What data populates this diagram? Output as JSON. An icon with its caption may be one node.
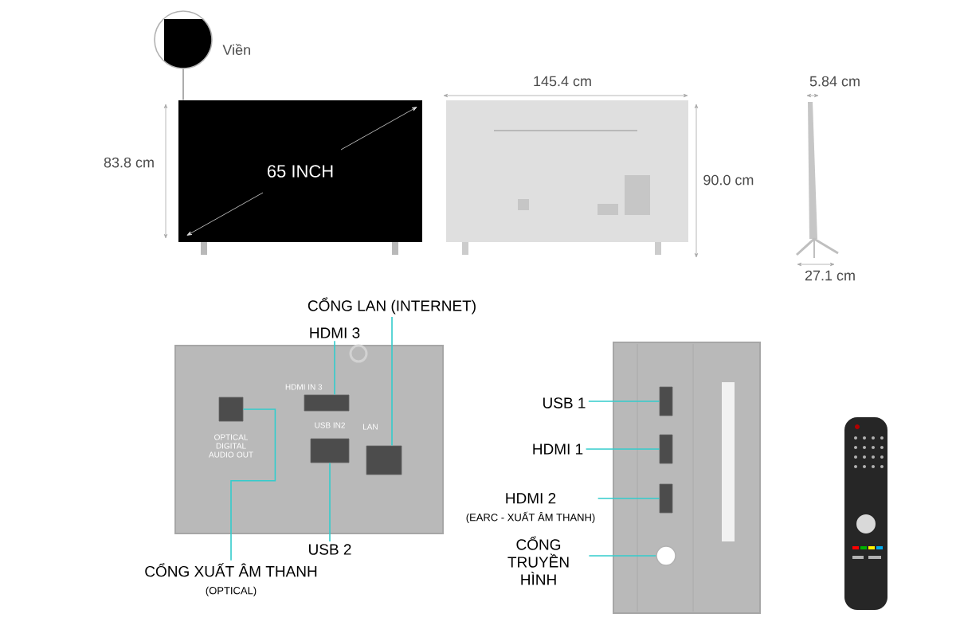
{
  "diagram": {
    "nodes": [
      {
        "text": [],
        "shape": "circle",
        "beside": [
          "Viền"
        ]
      },
      {
        "text": [
          "65 INCH"
        ]
      },
      {
        "text": [],
        "shape": "picture"
      },
      {
        "text": [],
        "shape": "box",
        "in": 2,
        "beside": [
          "OPTICAL DIGITAL AUDIO OUT"
        ]
      },
      {
        "text": [],
        "shape": "box",
        "in": 2,
        "beside": [
          "HDMI IN 3"
        ]
      },
      {
        "text": [],
        "shape": "box",
        "in": 2,
        "beside": [
          "USB IN2"
        ]
      },
      {
        "text": [],
        "shape": "box",
        "in": 2,
        "beside": [
          "LAN"
        ]
      },
      {
        "text": [
          "CỔNG LAN (INTERNET)"
        ]
      },
      {
        "text": [
          "HDMI 3"
        ]
      },
      {
        "text": [
          "USB 2"
        ]
      },
      {
        "text": [
          "CỔNG XUẤT ÂM THANH",
          "(OPTICAL)"
        ]
      },
      {
        "text": [],
        "shape": "picture"
      },
      {
        "text": [],
        "shape": "box",
        "in": 11
      },
      {
        "text": [],
        "shape": "box",
        "in": 11
      },
      {
        "text": [],
        "shape": "box",
        "in": 11
      },
      {
        "text": [],
        "shape": "circle",
        "in": 11
      },
      {
        "text": [
          "USB 1"
        ]
      },
      {
        "text": [
          "HDMI 1"
        ]
      },
      {
        "text": [
          "HDMI 2",
          "(EARC - XUẤT ÂM THANH)"
        ]
      },
      {
        "text": [
          "CỔNG TRUYỀN HÌNH"
        ]
      }
    ],
    "edges": [
      {
        "from": 0,
        "to": 1,
        "arrow": "none",
        "color": "#999999"
      },
      {
        "from": 7,
        "to": 6,
        "arrow": "none"
      },
      {
        "from": 8,
        "to": 4,
        "arrow": "none"
      },
      {
        "from": 9,
        "to": 5,
        "arrow": "none"
      },
      {
        "from": 10,
        "to": 3,
        "arrow": "none"
      },
      {
        "from": 16,
        "to": 12,
        "arrow": "none"
      },
      {
        "from": 17,
        "to": 13,
        "arrow": "none"
      },
      {
        "from": 18,
        "to": 14,
        "arrow": "none"
      },
      {
        "from": 19,
        "to": 15,
        "arrow": "none"
      }
    ],
    "labels": [
      "83.8 cm",
      "145.4 cm",
      "90.0 cm",
      "5.84 cm",
      "27.1 cm"
    ]
  }
}
